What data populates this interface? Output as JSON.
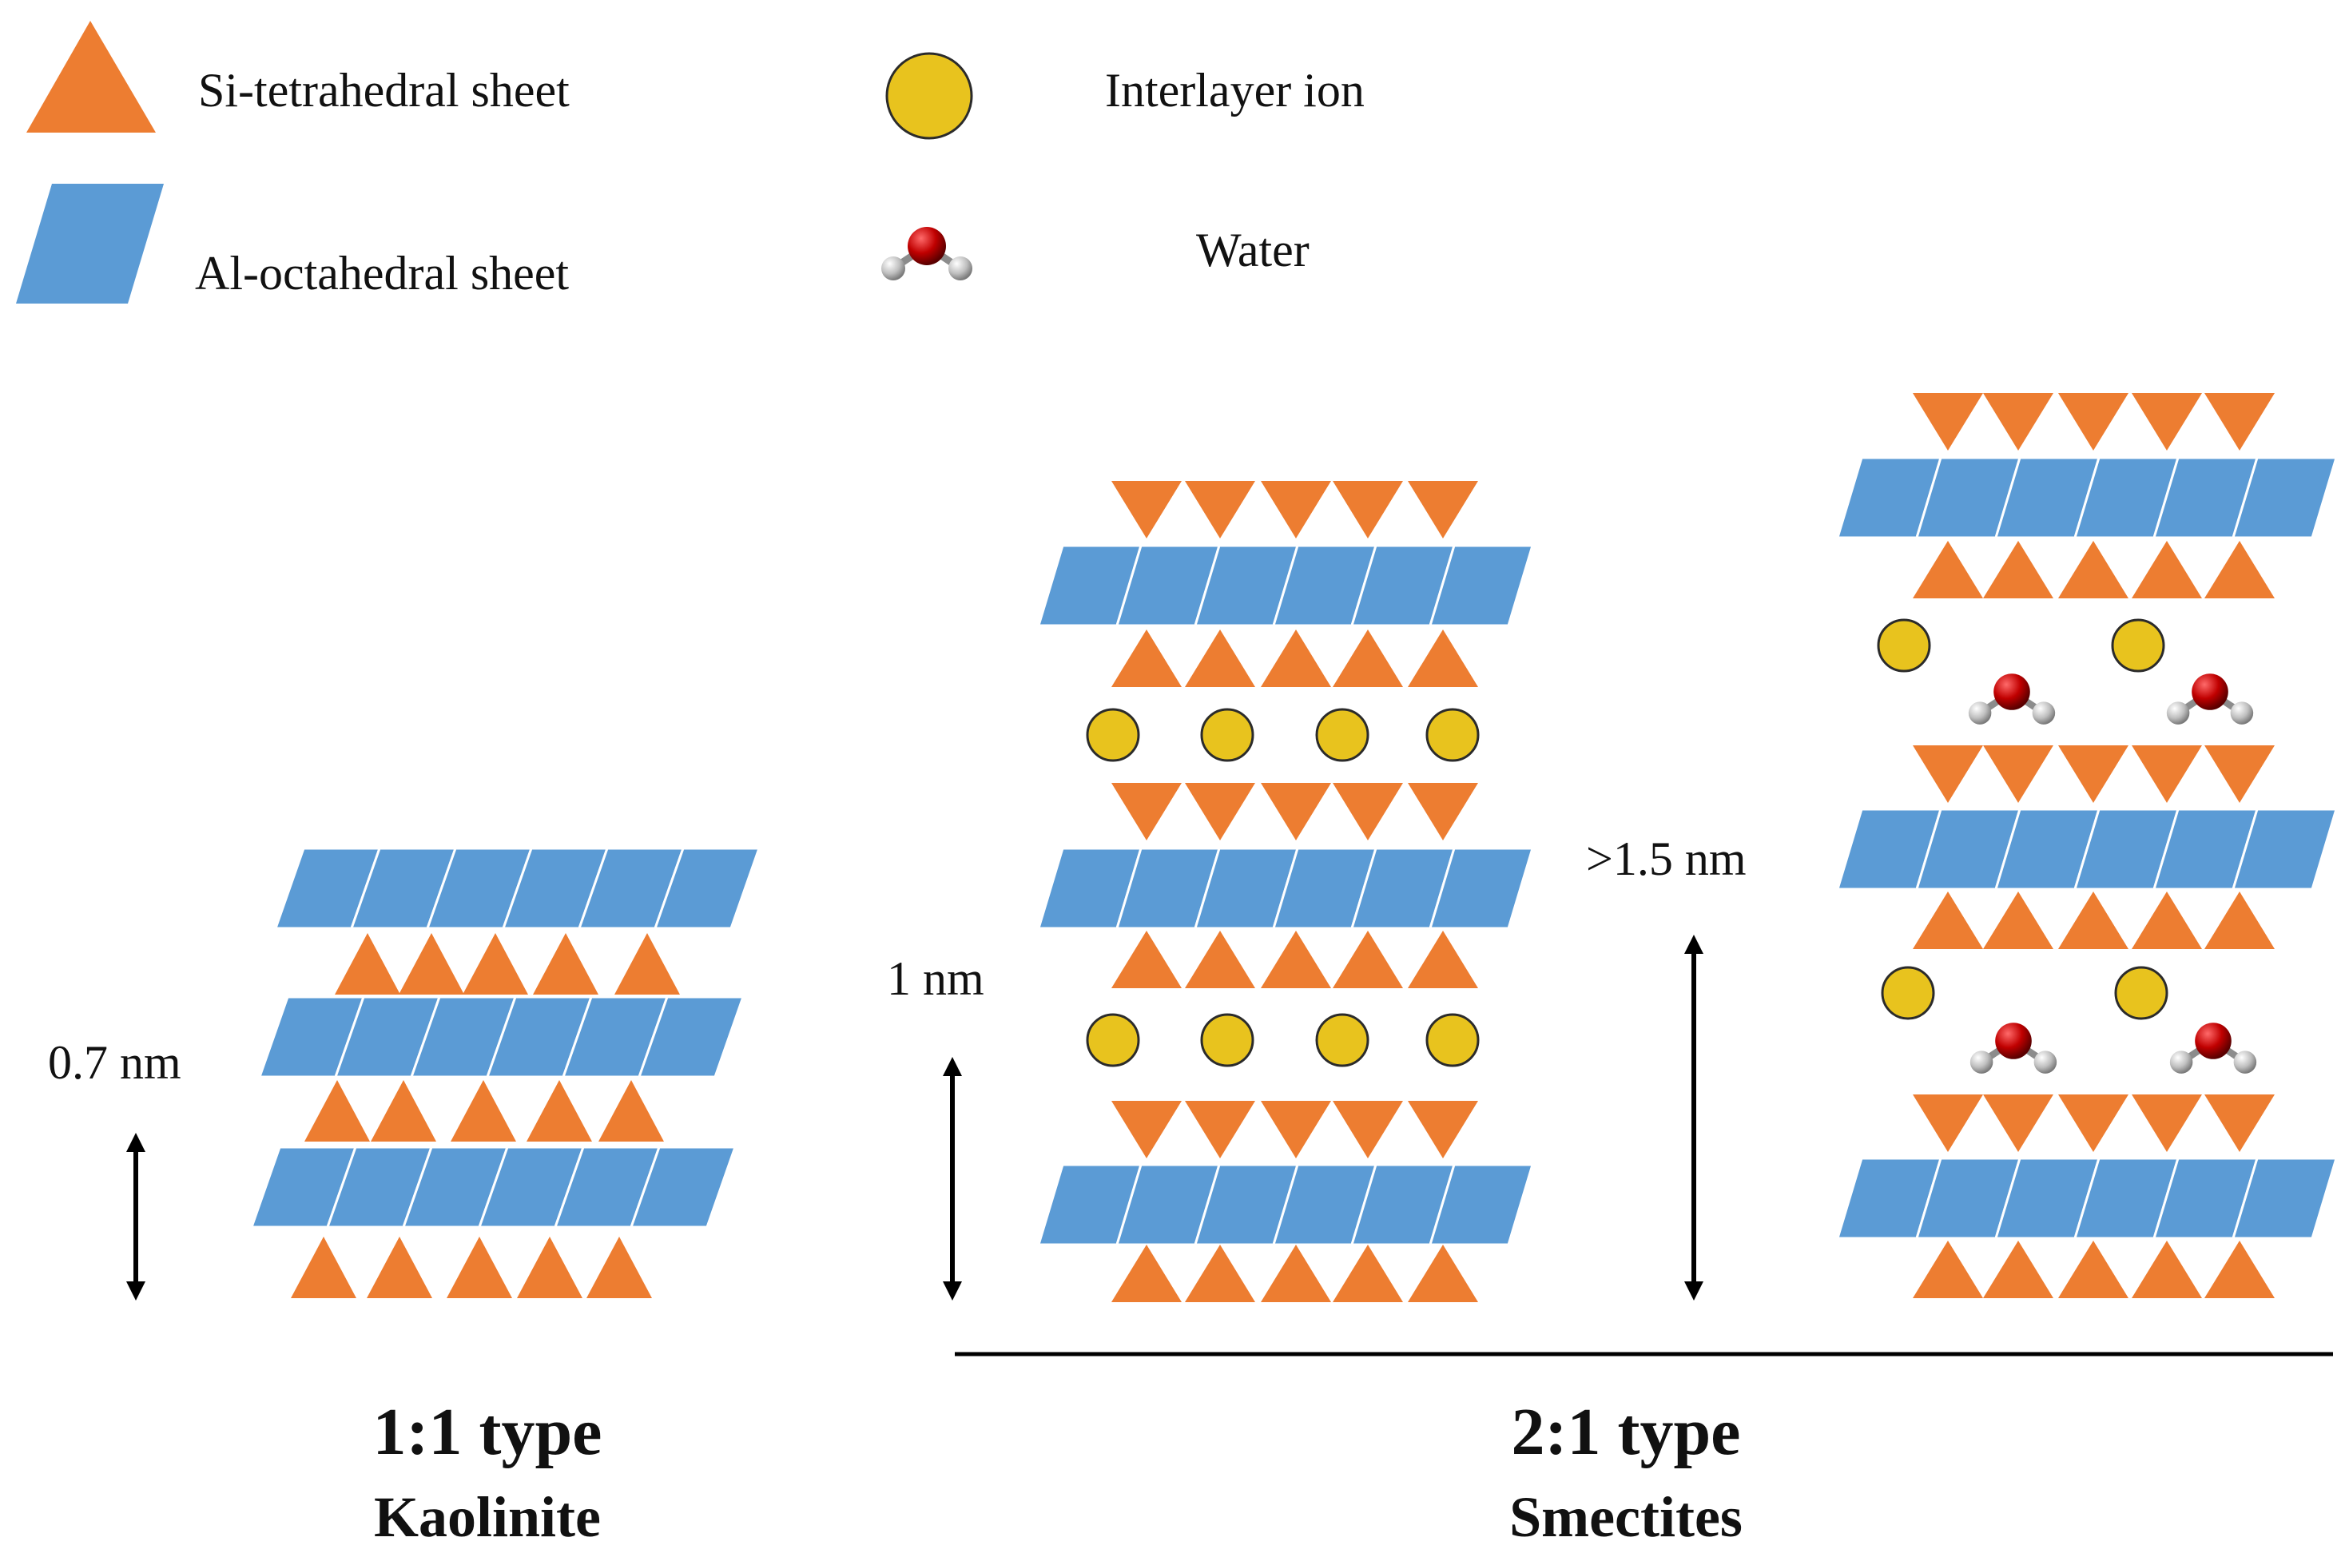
{
  "legend": {
    "tetrahedral_label": "Si-tetrahedral sheet",
    "octahedral_label": "Al-octahedral sheet",
    "ion_label": "Interlayer ion",
    "water_label": "Water"
  },
  "dimensions": {
    "kaolinite_spacing": "0.7 nm",
    "smectite_dry_spacing": "1 nm",
    "smectite_hydrated_spacing": ">1.5 nm"
  },
  "types": {
    "one_to_one_title": "1:1 type",
    "one_to_one_mineral": "Kaolinite",
    "two_to_one_title": "2:1 type",
    "two_to_one_mineral": "Smectites"
  },
  "colors": {
    "tetrahedral": "#ED7D31",
    "octahedral": "#5B9BD5",
    "ion": "#E8C31E",
    "ion_stroke": "#2b2b2b",
    "water_oxygen": "#C00000",
    "water_hydrogen": "#BFBFBF",
    "text": "#111111"
  },
  "icons": {
    "tetrahedral": "triangle-icon",
    "octahedral": "parallelogram-icon",
    "ion": "circle-icon",
    "water": "water-molecule-icon"
  }
}
